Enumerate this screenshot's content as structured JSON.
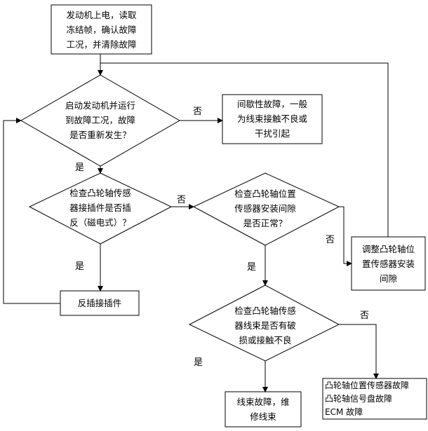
{
  "nodes": {
    "power_on": "发动机上电，读取\n冻结帧，确认故障\n工况，并清除故障",
    "restart_check": "启动发动机并运行\n到故障工况，故障\n是否重新发生？",
    "intermittent": "间歇性故障，一般\n为线束接触不良或\n干扰引起",
    "connector_check": "检查凸轮轴传感\n器接插件是否插\n反（磁电式）？",
    "gap_check": "检查凸轮轴位置\n传感器安装间隙\n是否正常？",
    "adjust_gap": "调整凸轮轴位\n置传感器安装\n间隙",
    "reverse_connector": "反插接插件",
    "wiring_check": "检查凸轮轴传感\n器线束是否有破\n损或接触不良",
    "wiring_fault": "线束故障，维\n修线束",
    "sensor_fault": "凸轮轴位置传感器故障\n凸轮轴信号盘故障\nECM 故障"
  },
  "edge_labels": {
    "restart_no": "否",
    "restart_yes": "是",
    "connector_no": "否",
    "connector_yes": "是",
    "gap_no": "否",
    "gap_yes": "是",
    "wiring_no": "否",
    "wiring_yes": "是"
  }
}
